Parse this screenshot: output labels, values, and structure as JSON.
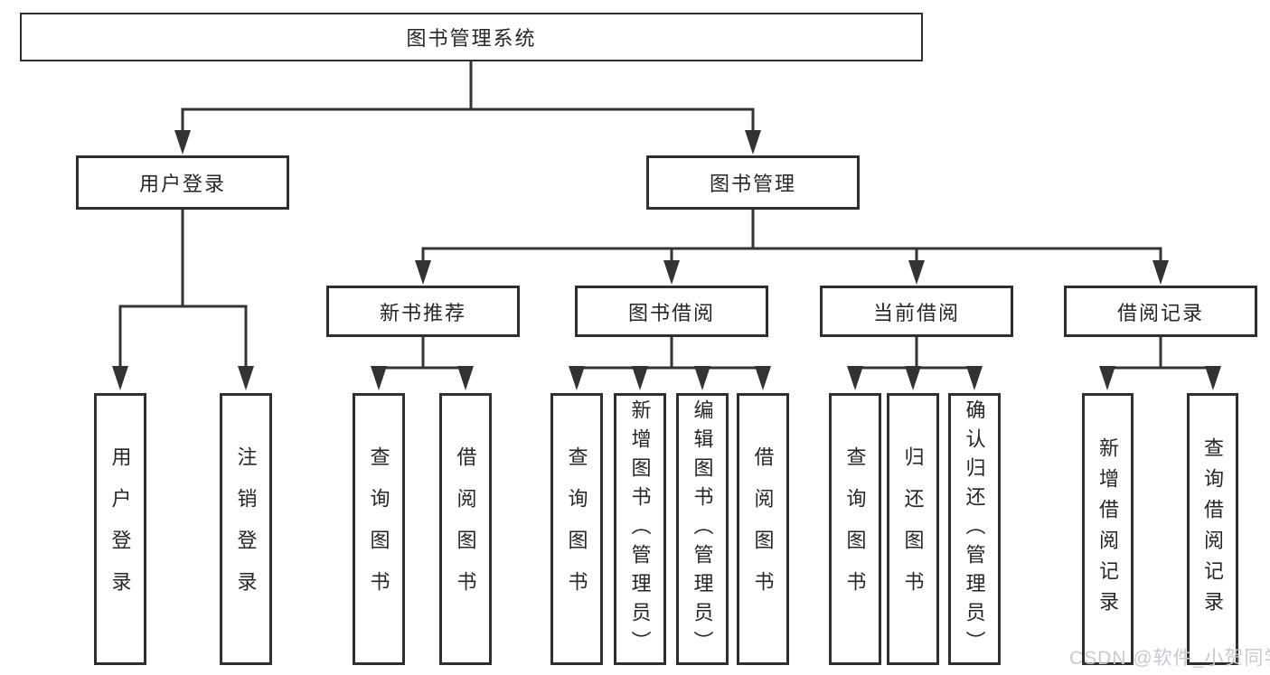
{
  "nodes": {
    "root": "图书管理系统",
    "user_login": "用户登录",
    "book_manage": "图书管理",
    "new_book_recommend": "新书推荐",
    "book_borrow": "图书借阅",
    "current_borrow": "当前借阅",
    "borrow_record": "借阅记录",
    "ul_user_login": "用户登录",
    "ul_logout": "注销登录",
    "nb_query_book": "查询图书",
    "nb_borrow_book": "借阅图书",
    "bb_query_book": "查询图书",
    "bb_add_book": "新增图书（管理员）",
    "bb_edit_book": "编辑图书（管理员）",
    "bb_borrow_book": "借阅图书",
    "cb_query_book": "查询图书",
    "cb_return_book": "归还图书",
    "cb_confirm_return": "确认归还（管理员）",
    "br_add_record": "新增借阅记录",
    "br_query_record": "查询借阅记录"
  },
  "hierarchy": {
    "图书管理系统": {
      "用户登录": [
        "用户登录",
        "注销登录"
      ],
      "图书管理": {
        "新书推荐": [
          "查询图书",
          "借阅图书"
        ],
        "图书借阅": [
          "查询图书",
          "新增图书（管理员）",
          "编辑图书（管理员）",
          "借阅图书"
        ],
        "当前借阅": [
          "查询图书",
          "归还图书",
          "确认归还（管理员）"
        ],
        "借阅记录": [
          "新增借阅记录",
          "查询借阅记录"
        ]
      }
    }
  },
  "watermark": "CSDN @软件_小贺同学",
  "colors": {
    "line": "#333333",
    "box_border": "#2f2f2f",
    "text": "#262626",
    "background": "#ffffff",
    "watermark": "#c7cad2"
  }
}
